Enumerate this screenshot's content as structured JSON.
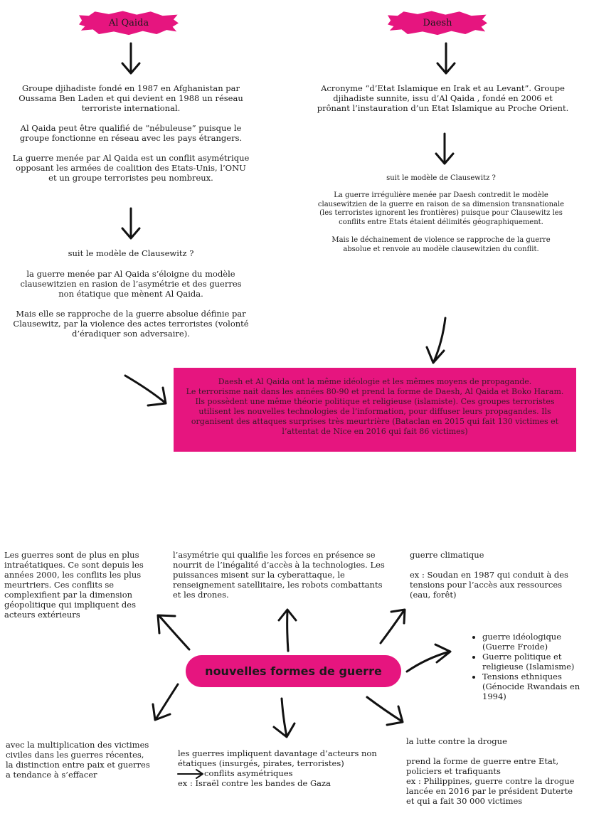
{
  "left": {
    "title": "Al Qaida",
    "paragraphs": [
      "Groupe djihadiste fondé en 1987 en Afghanistan par Oussama Ben Laden et qui devient en 1988 un réseau terroriste international.",
      "Al Qaida peut être qualifié de “nébuleuse” puisque le groupe fonctionne en réseau avec les pays étrangers.",
      "La guerre menée par Al Qaida est un conflit asymétrique opposant les armées de coalition des Etats-Unis, l’ONU et un groupe terroristes peu nombreux."
    ],
    "question": "suit le modèle de Clausewitz ?",
    "answers": [
      "la guerre menée par Al Qaida s’éloigne du modèle clausewitzien en rasion de l’asymétrie et des guerres non étatique que mènent Al Qaida.",
      "Mais elle se rapproche de la guerre absolue définie par Clausewitz, par la violence des actes terroristes (volonté d’éradiquer son adversaire)."
    ]
  },
  "right": {
    "title": "Daesh",
    "paragraphs": [
      "Acronyme “d’Etat Islamique en Irak et au Levant”. Groupe djihadiste sunnite, issu d’Al Qaida , fondé en 2006 et prônant l’instauration d’un Etat Islamique au Proche Orient."
    ],
    "question": "suit le modèle de Clausewitz ?",
    "answers": [
      "La guerre irrégulière menée par Daesh contredit le modèle clausewitzien de la guerre en raison de sa dimension transnationale (les terroristes ignorent les frontières) puisque pour Clausewitz les conflits entre Etats étaient délimités géographiquement.",
      "Mais le déchainement de violence se rapproche de la guerre absolue et renvoie au modèle clausewitzien du conflit."
    ]
  },
  "summary": {
    "lines": [
      "Daesh et Al Qaida ont la même idéologie et les mêmes moyens de propagande.",
      "Le terrorisme nait dans les années 80-90 et prend la forme de Daesh, Al Qaida et Boko Haram. Ils possèdent une même théorie politique et religieuse (islamiste). Ces groupes terroristes utilisent les nouvelles technologies de l’information, pour diffuser leurs propagandes.  Ils organisent des attaques surprises très meurtrière (Bataclan en 2015 qui fait 130 victimes et l’attentat de Nice en 2016 qui fait 86 victimes)"
    ]
  },
  "mindmap": {
    "center": "nouvelles formes de guerre",
    "top_left": "Les guerres sont de plus en plus intraétatiques. Ce sont depuis les années 2000, les conflits les plus meurtriers. Ces conflits se complexifient par la dimension géopolitique qui impliquent des acteurs extérieurs",
    "top_center": "l’asymétrie qui qualifie les forces en présence se nourrit de l’inégalité d’accès à la technologies. Les puissances misent sur la cyberattaque, le renseignement satellitaire, les robots combattants et les drones.",
    "top_right": {
      "title": "guerre climatique",
      "text": "ex : Soudan en 1987 qui conduit à des tensions pour l’accès aux ressources (eau, forêt)"
    },
    "right_bullets": [
      "guerre idéologique (Guerre Froide)",
      "Guerre politique et religieuse (Islamisme)",
      "Tensions ethniques (Génocide Rwandais en 1994)"
    ],
    "bottom_left": "avec la multiplication des victimes civiles dans les guerres récentes, la distinction entre paix et guerres a tendance à s’effacer",
    "bottom_center": {
      "line1": "les guerres impliquent davantage d’acteurs non étatiques (insurgés, pirates, terroristes)",
      "arrow_text": "conflits asymétriques",
      "example": "ex : Israël contre les bandes de Gaza"
    },
    "bottom_right": {
      "title": "la lutte contre la drogue",
      "text1": "prend la forme de guerre entre Etat, policiers et trafiquants",
      "text2": "ex : Philippines, guerre contre la drogue lancée en 2016 par le président Duterte et qui a fait 30 000 victimes"
    }
  },
  "colors": {
    "accent": "#e6157f",
    "text": "#1a1a1a"
  }
}
